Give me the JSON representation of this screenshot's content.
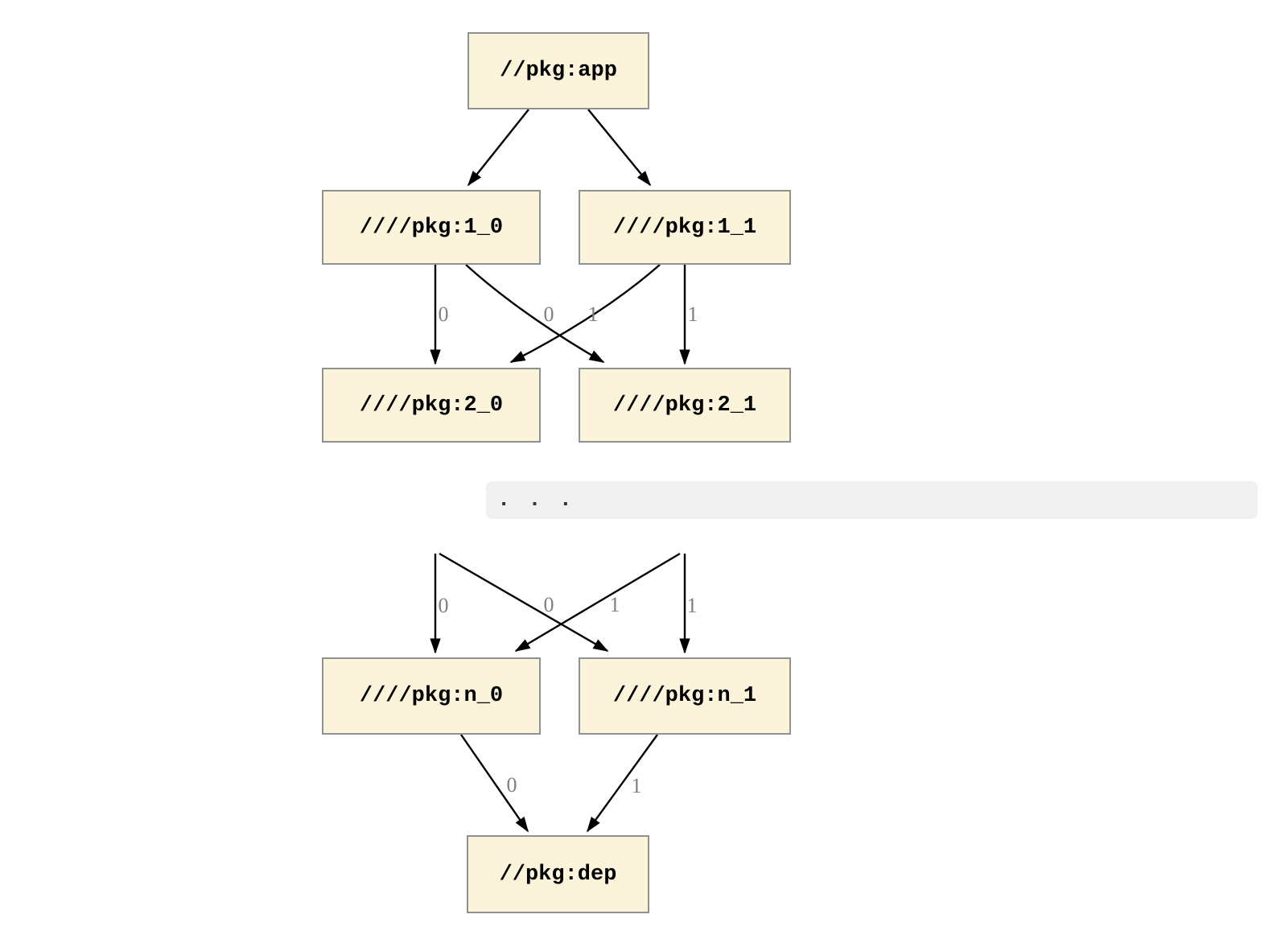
{
  "diagram": {
    "kind": "dependency-graph",
    "nodes": [
      {
        "id": "app",
        "label": "//pkg:app"
      },
      {
        "id": "1_0",
        "label": "////pkg:1_0"
      },
      {
        "id": "1_1",
        "label": "////pkg:1_1"
      },
      {
        "id": "2_0",
        "label": "////pkg:2_0"
      },
      {
        "id": "2_1",
        "label": "////pkg:2_1"
      },
      {
        "id": "n_0",
        "label": "////pkg:n_0"
      },
      {
        "id": "n_1",
        "label": "////pkg:n_1"
      },
      {
        "id": "dep",
        "label": "//pkg:dep"
      }
    ],
    "edges": [
      {
        "from": "//pkg:app",
        "to": "////pkg:1_0",
        "label": ""
      },
      {
        "from": "//pkg:app",
        "to": "////pkg:1_1",
        "label": ""
      },
      {
        "from": "////pkg:1_0",
        "to": "////pkg:2_0",
        "label": "0"
      },
      {
        "from": "////pkg:1_1",
        "to": "////pkg:2_0",
        "label": "0"
      },
      {
        "from": "////pkg:1_0",
        "to": "////pkg:2_1",
        "label": "1"
      },
      {
        "from": "////pkg:1_1",
        "to": "////pkg:2_1",
        "label": "1"
      },
      {
        "from": ". . .",
        "to": "////pkg:n_0",
        "label": "0"
      },
      {
        "from": ". . .",
        "to": "////pkg:n_0",
        "label": "0"
      },
      {
        "from": ". . .",
        "to": "////pkg:n_1",
        "label": "1"
      },
      {
        "from": ". . .",
        "to": "////pkg:n_1",
        "label": "1"
      },
      {
        "from": "////pkg:n_0",
        "to": "//pkg:dep",
        "label": "0"
      },
      {
        "from": "////pkg:n_1",
        "to": "//pkg:dep",
        "label": "1"
      }
    ],
    "separator": {
      "text": ". . ."
    },
    "colors": {
      "background": "#FFFFFF",
      "node_fill": "#FBF4DB",
      "node_border": "#8E9290",
      "node_text": "#000000",
      "edge": "#000000",
      "edge_label": "#7F7F7F",
      "separator_bg": "#F0F0F0",
      "separator_text": "#333333"
    }
  }
}
